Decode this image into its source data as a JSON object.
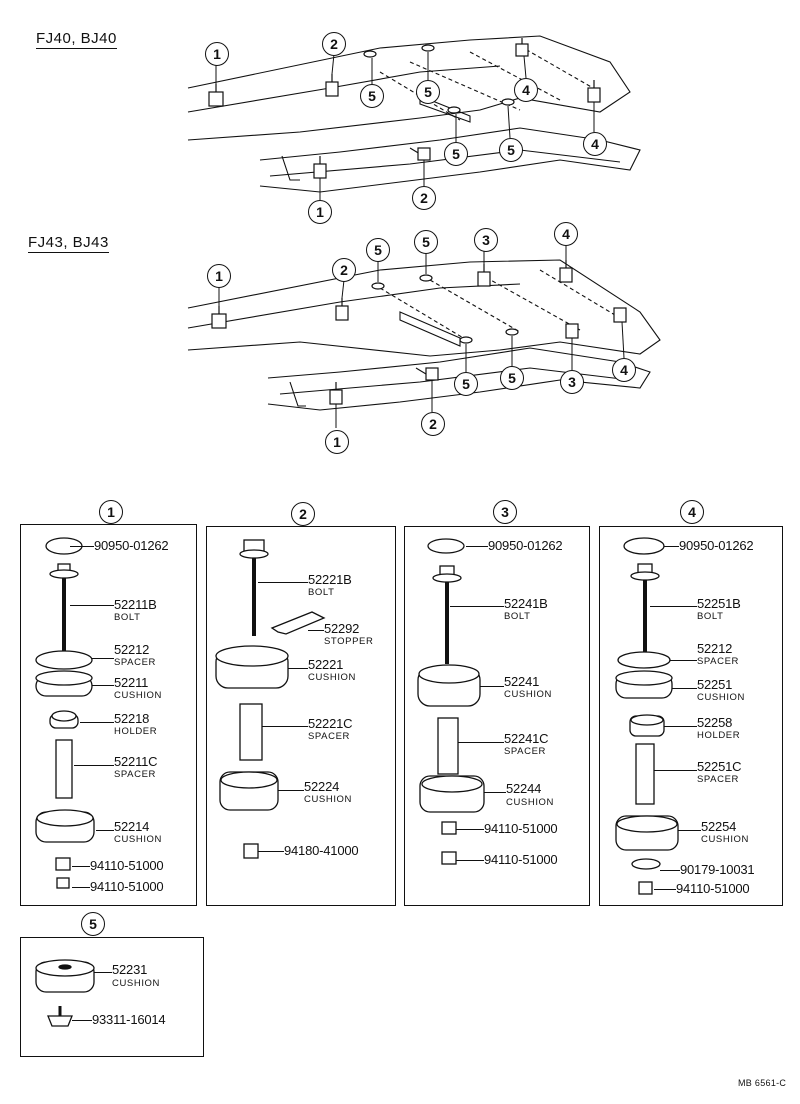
{
  "diagrams": {
    "top_model": "FJ40, BJ40",
    "mid_model": "FJ43, BJ43"
  },
  "callouts": {
    "c1": "1",
    "c2": "2",
    "c3": "3",
    "c4": "4",
    "c5": "5"
  },
  "panels": {
    "p1": {
      "id": "1",
      "parts": [
        {
          "num": "90950-01262",
          "desc": ""
        },
        {
          "num": "52211B",
          "desc": "BOLT"
        },
        {
          "num": "52212",
          "desc": "SPACER"
        },
        {
          "num": "52211",
          "desc": "CUSHION"
        },
        {
          "num": "52218",
          "desc": "HOLDER"
        },
        {
          "num": "52211C",
          "desc": "SPACER"
        },
        {
          "num": "52214",
          "desc": "CUSHION"
        },
        {
          "num": "94110-51000",
          "desc": ""
        },
        {
          "num": "94110-51000",
          "desc": ""
        }
      ]
    },
    "p2": {
      "id": "2",
      "parts": [
        {
          "num": "52221B",
          "desc": "BOLT"
        },
        {
          "num": "52292",
          "desc": "STOPPER"
        },
        {
          "num": "52221",
          "desc": "CUSHION"
        },
        {
          "num": "52221C",
          "desc": "SPACER"
        },
        {
          "num": "52224",
          "desc": "CUSHION"
        },
        {
          "num": "94180-41000",
          "desc": ""
        }
      ]
    },
    "p3": {
      "id": "3",
      "parts": [
        {
          "num": "90950-01262",
          "desc": ""
        },
        {
          "num": "52241B",
          "desc": "BOLT"
        },
        {
          "num": "52241",
          "desc": "CUSHION"
        },
        {
          "num": "52241C",
          "desc": "SPACER"
        },
        {
          "num": "52244",
          "desc": "CUSHION"
        },
        {
          "num": "94110-51000",
          "desc": ""
        },
        {
          "num": "94110-51000",
          "desc": ""
        }
      ]
    },
    "p4": {
      "id": "4",
      "parts": [
        {
          "num": "90950-01262",
          "desc": ""
        },
        {
          "num": "52251B",
          "desc": "BOLT"
        },
        {
          "num": "52212",
          "desc": "SPACER"
        },
        {
          "num": "52251",
          "desc": "CUSHION"
        },
        {
          "num": "52258",
          "desc": "HOLDER"
        },
        {
          "num": "52251C",
          "desc": "SPACER"
        },
        {
          "num": "52254",
          "desc": "CUSHION"
        },
        {
          "num": "90179-10031",
          "desc": ""
        },
        {
          "num": "94110-51000",
          "desc": ""
        }
      ]
    },
    "p5": {
      "id": "5",
      "parts": [
        {
          "num": "52231",
          "desc": "CUSHION"
        },
        {
          "num": "93311-16014",
          "desc": ""
        }
      ]
    }
  },
  "footer": "MB 6561-C"
}
